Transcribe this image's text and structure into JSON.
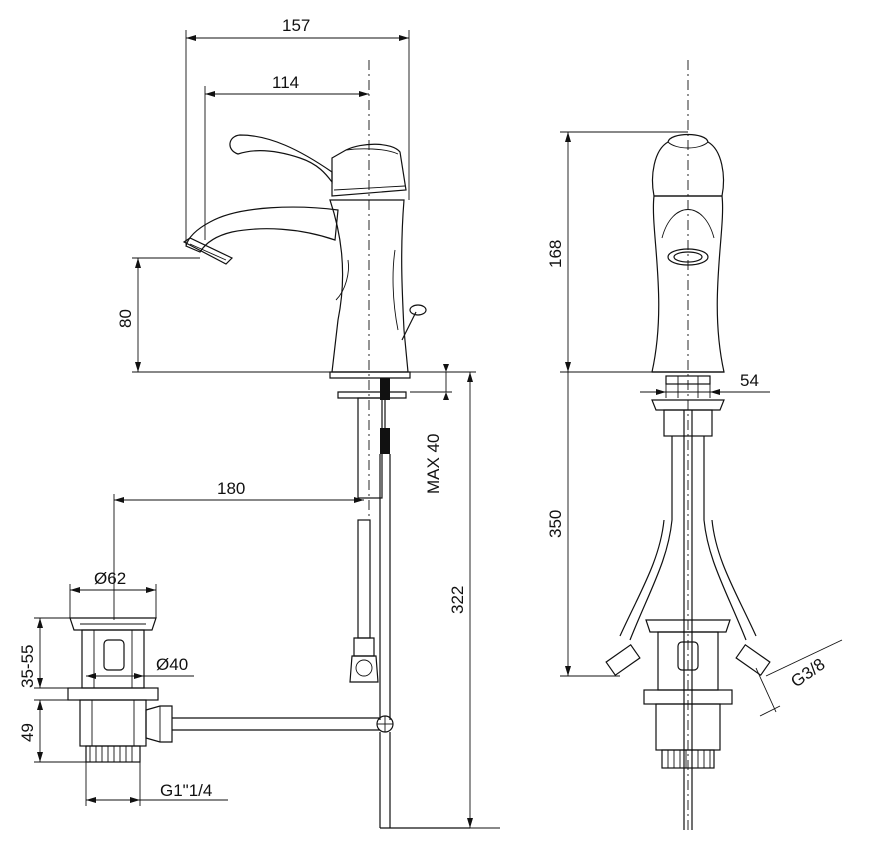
{
  "dimensions": {
    "width_157": "157",
    "width_114": "114",
    "height_80": "80",
    "max_40": "MAX 40",
    "len_180": "180",
    "height_322": "322",
    "dia_62": "62",
    "dia_40": "40",
    "range_35_55": "35-55",
    "height_49": "49",
    "thread_g1_1_4": "G1\"1/4",
    "height_168": "168",
    "width_54": "54",
    "height_350": "350",
    "thread_g3_8": "G3/8"
  },
  "symbols": {
    "diameter": "Ø"
  }
}
